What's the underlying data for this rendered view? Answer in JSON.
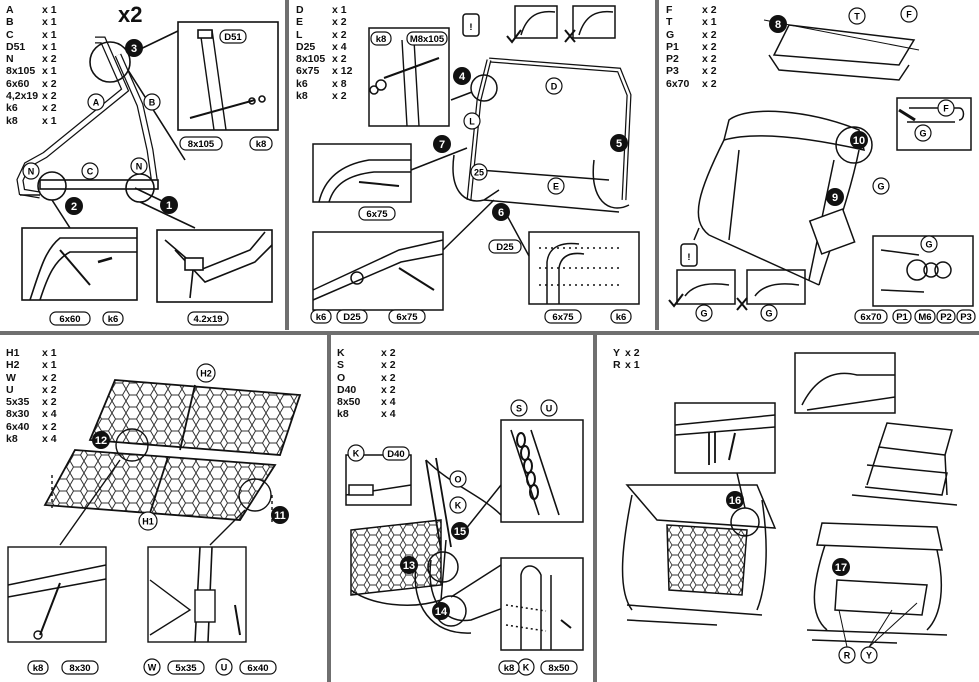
{
  "panels": [
    {
      "id": 1,
      "multiplier": "x2",
      "parts": [
        {
          "code": "A",
          "qty": "x 1"
        },
        {
          "code": "B",
          "qty": "x 1"
        },
        {
          "code": "C",
          "qty": "x 1"
        },
        {
          "code": "D51",
          "qty": "x 1"
        },
        {
          "code": "N",
          "qty": "x 2"
        },
        {
          "code": "8x105",
          "qty": "x 1"
        },
        {
          "code": "6x60",
          "qty": "x 2"
        },
        {
          "code": "4,2x19",
          "qty": "x 2"
        },
        {
          "code": "k6",
          "qty": "x 2"
        },
        {
          "code": "k8",
          "qty": "x 1"
        }
      ],
      "labels": {
        "A": "A",
        "B": "B",
        "C": "C",
        "N1": "N",
        "N2": "N",
        "D51": "D51",
        "bolt": "8x105",
        "k8": "k8",
        "b6x60": "6x60",
        "k6": "k6",
        "s42": "4.2x19"
      },
      "steps": [
        "1",
        "2",
        "3"
      ]
    },
    {
      "id": 2,
      "parts": [
        {
          "code": "D",
          "qty": "x 1"
        },
        {
          "code": "E",
          "qty": "x 2"
        },
        {
          "code": "L",
          "qty": "x 2"
        },
        {
          "code": "D25",
          "qty": "x 4"
        },
        {
          "code": "8x105",
          "qty": "x 2"
        },
        {
          "code": "6x75",
          "qty": "x 12"
        },
        {
          "code": "k6",
          "qty": "x 8"
        },
        {
          "code": "k8",
          "qty": "x 2"
        }
      ],
      "labels": {
        "k8": "k8",
        "bolt": "M8x105",
        "D": "D",
        "L": "L",
        "E": "E",
        "n25": "25",
        "b6x75a": "6x75",
        "D25a": "D25",
        "k6a": "k6",
        "D25b": "D25",
        "b6x75b": "6x75",
        "b6x75c": "6x75",
        "k6b": "k6",
        "warn": "!"
      },
      "steps": [
        "4",
        "5",
        "6",
        "7"
      ]
    },
    {
      "id": 3,
      "parts": [
        {
          "code": "F",
          "qty": "x 2"
        },
        {
          "code": "T",
          "qty": "x 1"
        },
        {
          "code": "G",
          "qty": "x 2"
        },
        {
          "code": "P1",
          "qty": "x 2"
        },
        {
          "code": "P2",
          "qty": "x 2"
        },
        {
          "code": "P3",
          "qty": "x 2"
        },
        {
          "code": "6x70",
          "qty": "x 2"
        }
      ],
      "labels": {
        "T": "T",
        "F1": "F",
        "F2": "F",
        "G1": "G",
        "G2": "G",
        "G3": "G",
        "G4": "G",
        "G5": "G",
        "b6x70": "6x70",
        "P1": "P1",
        "M6": "M6",
        "P2": "P2",
        "P3": "P3",
        "warn": "!"
      },
      "steps": [
        "8",
        "9",
        "10"
      ]
    },
    {
      "id": 4,
      "parts": [
        {
          "code": "H1",
          "qty": "x 1"
        },
        {
          "code": "H2",
          "qty": "x 1"
        },
        {
          "code": "W",
          "qty": "x 2"
        },
        {
          "code": "U",
          "qty": "x 2"
        },
        {
          "code": "5x35",
          "qty": "x 2"
        },
        {
          "code": "8x30",
          "qty": "x 4"
        },
        {
          "code": "6x40",
          "qty": "x 2"
        },
        {
          "code": "k8",
          "qty": "x 4"
        }
      ],
      "labels": {
        "H1": "H1",
        "H2": "H2",
        "k8": "k8",
        "b8x30": "8x30",
        "W": "W",
        "b5x35": "5x35",
        "U": "U",
        "b6x40": "6x40"
      },
      "steps": [
        "11",
        "12"
      ]
    },
    {
      "id": 5,
      "parts": [
        {
          "code": "K",
          "qty": "x 2"
        },
        {
          "code": "S",
          "qty": "x 2"
        },
        {
          "code": "O",
          "qty": "x 2"
        },
        {
          "code": "D40",
          "qty": "x 2"
        },
        {
          "code": "8x50",
          "qty": "x 4"
        },
        {
          "code": "k8",
          "qty": "x 4"
        }
      ],
      "labels": {
        "K1": "K",
        "D40": "D40",
        "O": "O",
        "K2": "K",
        "S": "S",
        "U": "U",
        "k8": "k8",
        "K3": "K",
        "b8x50": "8x50"
      },
      "steps": [
        "13",
        "14",
        "15"
      ]
    },
    {
      "id": 6,
      "parts": [
        {
          "code": "Y",
          "qty": "x 2"
        },
        {
          "code": "R",
          "qty": "x 1"
        }
      ],
      "labels": {
        "R": "R",
        "Y": "Y"
      },
      "steps": [
        "16",
        "17"
      ]
    }
  ]
}
